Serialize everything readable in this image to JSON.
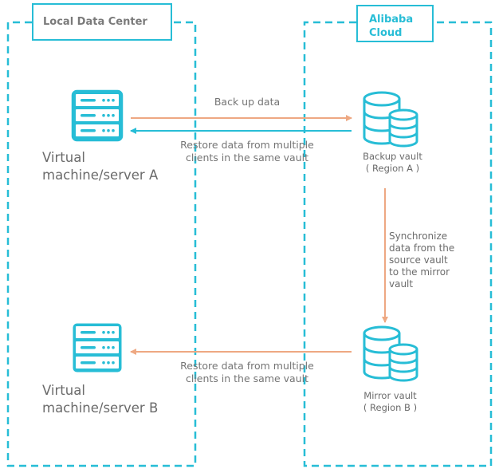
{
  "colors": {
    "accent_cyan": "#27bdd6",
    "arrow_orange": "#eea882",
    "text_gray": "#6b6b6b"
  },
  "regions": {
    "local": {
      "label": "Local Data Center"
    },
    "cloud": {
      "label_line1": "Alibaba",
      "label_line2": "Cloud"
    }
  },
  "devices": {
    "server_a": {
      "icon": "server-icon",
      "line1": "Virtual",
      "line2": "machine/server A"
    },
    "server_b": {
      "icon": "server-icon",
      "line1": "Virtual",
      "line2": "machine/server B"
    }
  },
  "vaults": {
    "backup": {
      "icon": "database-icon",
      "line1": "Backup vault",
      "line2": "( Region A )"
    },
    "mirror": {
      "icon": "database-icon",
      "line1": "Mirror vault",
      "line2": "( Region B )"
    }
  },
  "edges": {
    "backup": {
      "label": "Back up data",
      "direction": "server A → backup vault"
    },
    "restore_a": {
      "line1": "Restore data from multiple",
      "line2": "clients in the same vault",
      "direction": "backup vault → server A"
    },
    "sync": {
      "line1": "Synchronize",
      "line2": "data from the",
      "line3": "source vault",
      "line4": "to the mirror",
      "line5": "vault",
      "direction": "backup vault → mirror vault"
    },
    "restore_b": {
      "line1": "Restore data from multiple",
      "line2": "clients in the same vault",
      "direction": "mirror vault → server B"
    }
  }
}
